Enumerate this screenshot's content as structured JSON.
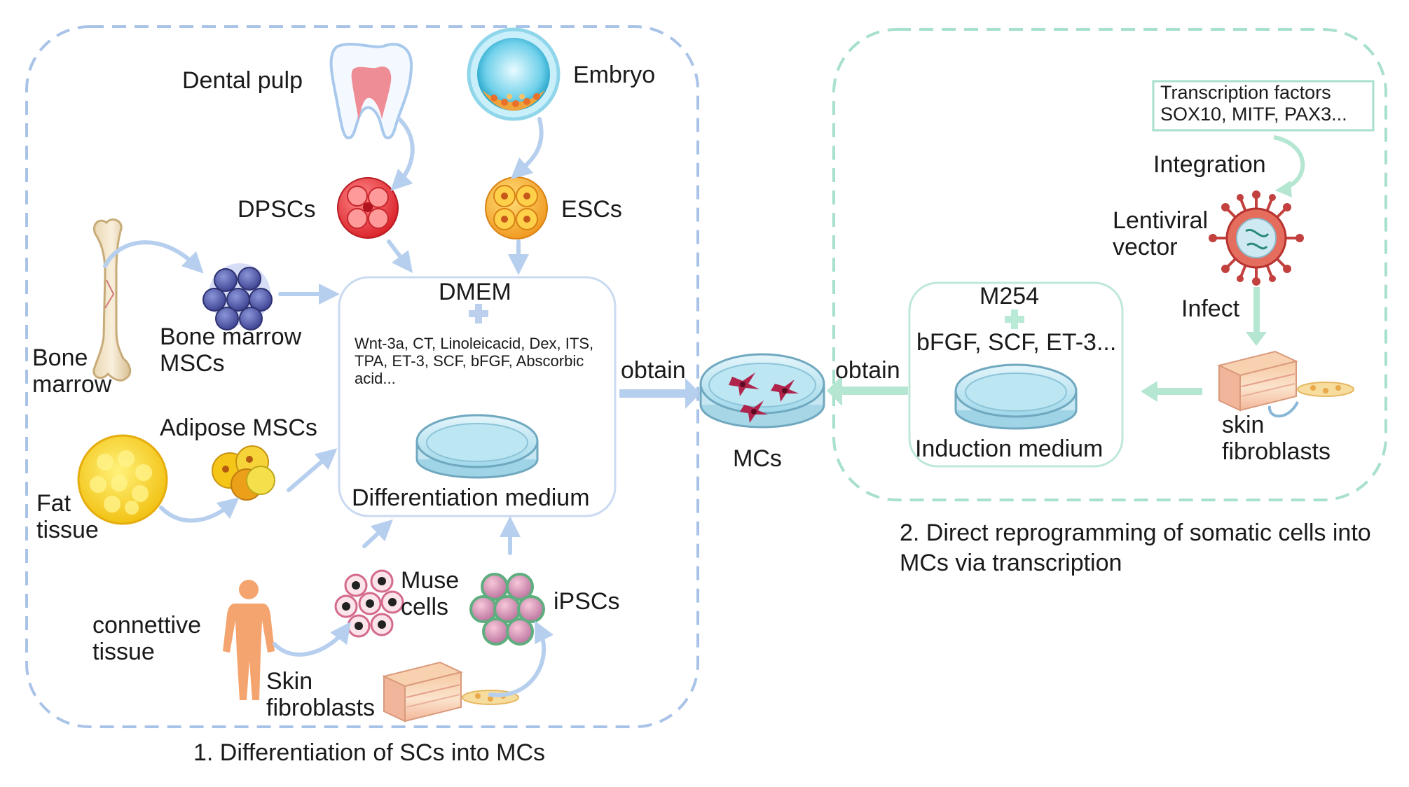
{
  "panel1": {
    "caption": "1. Differentiation of SCs into MCs",
    "sources": {
      "dental_pulp": "Dental pulp",
      "embryo": "Embryo",
      "bone_marrow": "Bone marrow",
      "fat_tissue": "Fat tissue",
      "connective_tissue": "connettive tissue",
      "skin_fibroblasts": "Skin fibroblasts"
    },
    "cells": {
      "dpscs": "DPSCs",
      "escs": "ESCs",
      "bm_mscs": "Bone marrow MSCs",
      "adipose_mscs": "Adipose MSCs",
      "muse_cells": "Muse cells",
      "ipscs": "iPSCs"
    },
    "medium": {
      "base": "DMEM",
      "factors": "Wnt-3a, CT, Linoleicacid, Dex, ITS, TPA, ET-3, SCF, bFGF, Abscorbic acid...",
      "label": "Differentiation medium"
    },
    "obtain": "obtain"
  },
  "center": {
    "product": "MCs"
  },
  "panel2": {
    "caption": "2. Direct reprogramming of somatic cells into MCs via transcription",
    "tf_box": {
      "line1": "Transcription factors",
      "line2": "SOX10, MITF, PAX3..."
    },
    "integration": "Integration",
    "vector": "Lentiviral vector",
    "infect": "Infect",
    "target_cells": "skin fibroblasts",
    "medium": {
      "base": "M254",
      "factors": "bFGF, SCF, ET-3...",
      "label": "Induction medium"
    },
    "obtain": "obtain"
  },
  "colors": {
    "panel1_border": "#a9c3e8",
    "panel2_border": "#a7e0cb",
    "arrow_blue": "#b7cfee",
    "arrow_green": "#b5e6d2",
    "plus_blue": "#bcd0ee",
    "plus_green": "#b8ead6"
  }
}
